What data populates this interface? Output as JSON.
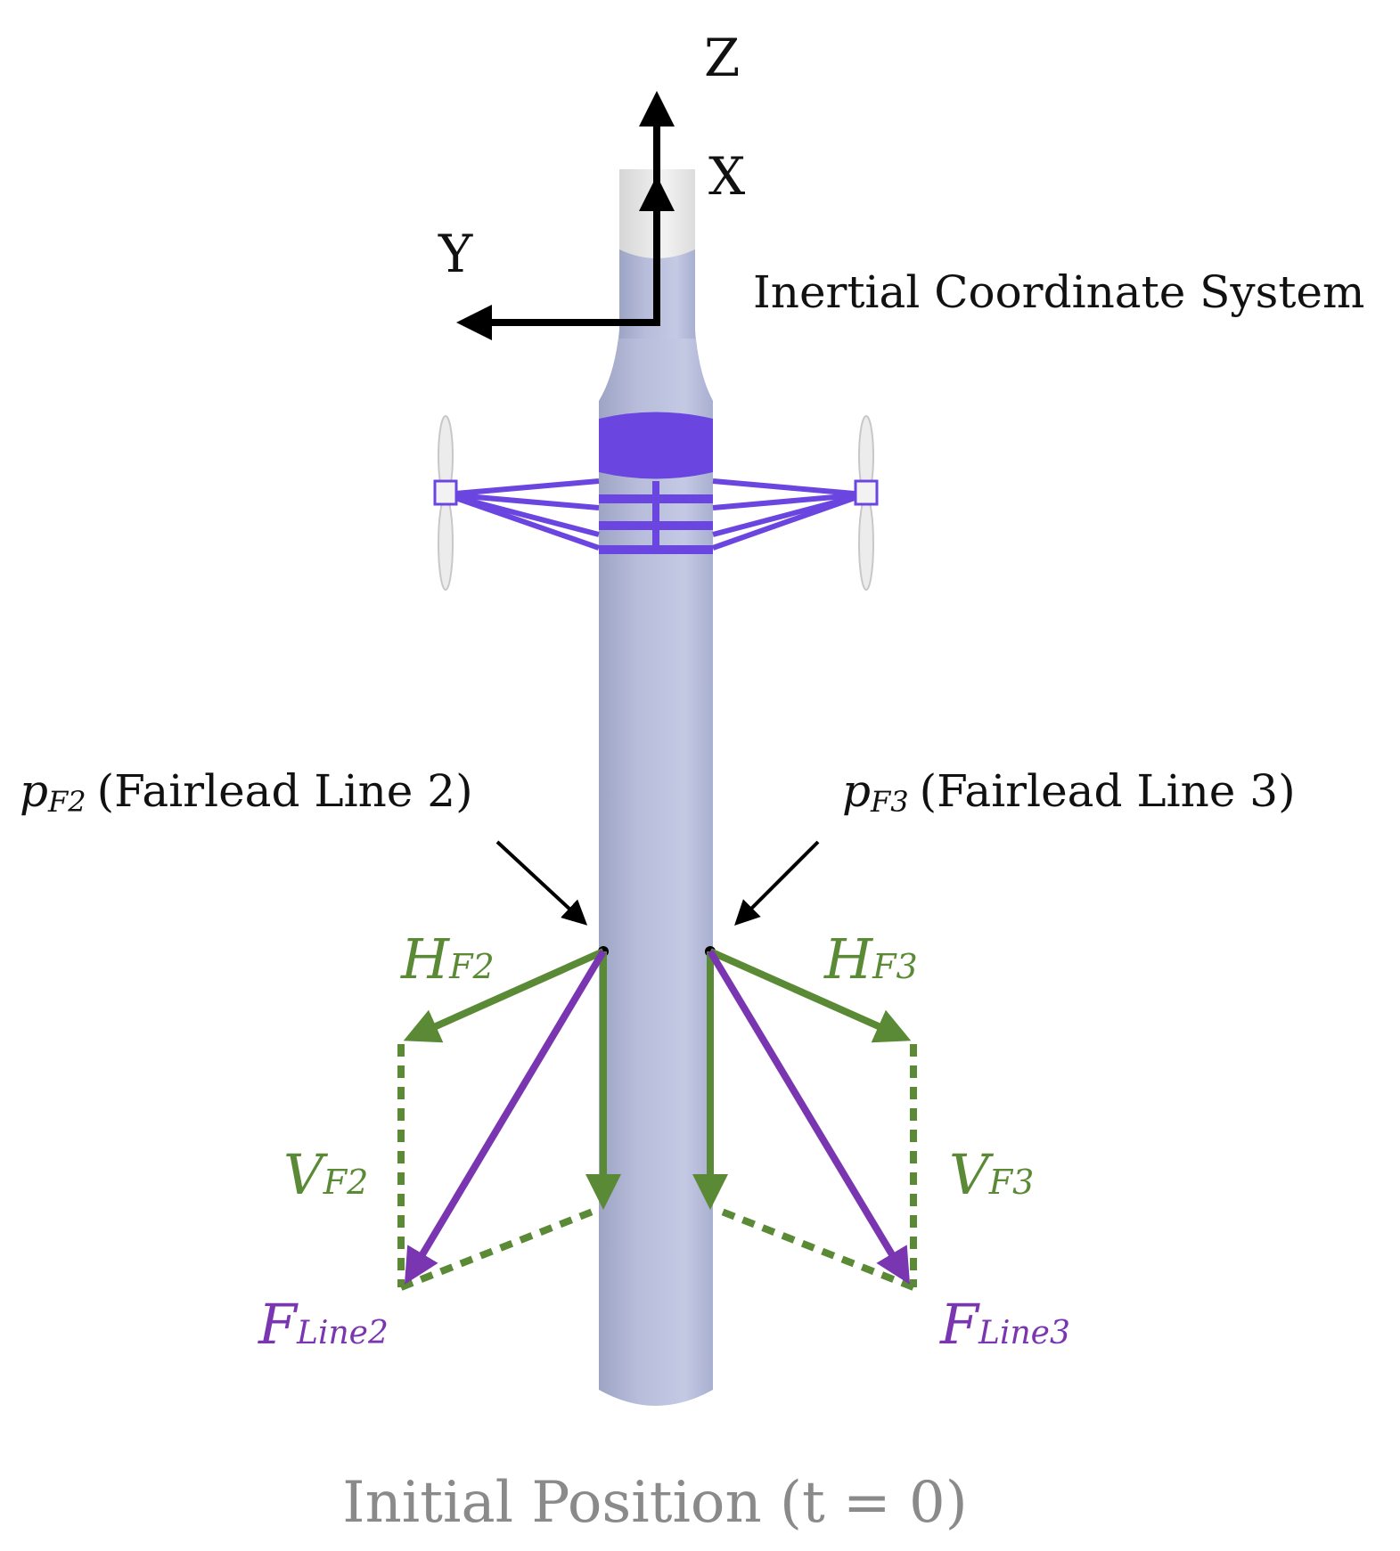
{
  "axes": {
    "z_label": "Z",
    "x_label": "X",
    "y_label": "Y",
    "system_label": "Inertial Coordinate System"
  },
  "fairleads": {
    "line2": {
      "symbol": "p",
      "subscript": "F2",
      "description": "(Fairlead Line 2)"
    },
    "line3": {
      "symbol": "p",
      "subscript": "F3",
      "description": "(Fairlead Line 3)"
    }
  },
  "forces": {
    "h_f2": {
      "symbol": "H",
      "subscript": "F2"
    },
    "h_f3": {
      "symbol": "H",
      "subscript": "F3"
    },
    "v_f2": {
      "symbol": "V",
      "subscript": "F2"
    },
    "v_f3": {
      "symbol": "V",
      "subscript": "F3"
    },
    "f_line2": {
      "symbol": "F",
      "subscript": "Line2"
    },
    "f_line3": {
      "symbol": "F",
      "subscript": "Line3"
    }
  },
  "caption": "Initial Position (t = 0)",
  "colors": {
    "tower": "#b4bad8",
    "bracing": "#6a45e0",
    "horizontal_vertical_force": "#5a8a35",
    "line_force": "#7a35b0",
    "caption": "#8a8a8a"
  }
}
